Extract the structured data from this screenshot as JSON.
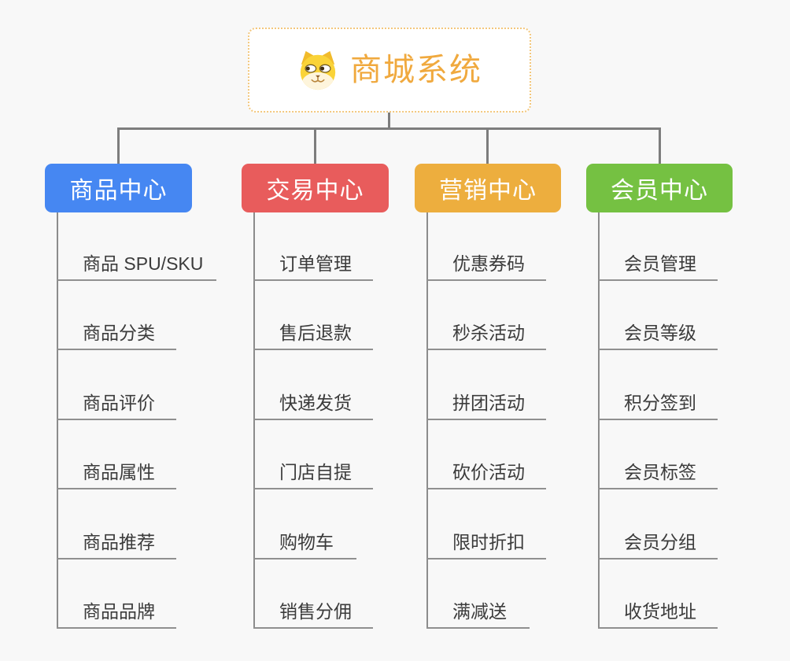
{
  "page": {
    "background": "#F8F8F8"
  },
  "root": {
    "title": "商城系统",
    "icon": "shiba-dog-icon",
    "text_color": "#F0A93E",
    "border_color": "#F3C77C"
  },
  "connector_color": "#7D7D7D",
  "branches": [
    {
      "label": "商品中心",
      "color": "#4687F2",
      "items": [
        "商品 SPU/SKU",
        "商品分类",
        "商品评价",
        "商品属性",
        "商品推荐",
        "商品品牌"
      ]
    },
    {
      "label": "交易中心",
      "color": "#E85C5C",
      "items": [
        "订单管理",
        "售后退款",
        "快递发货",
        "门店自提",
        "购物车",
        "销售分佣"
      ]
    },
    {
      "label": "营销中心",
      "color": "#EDAE3E",
      "items": [
        "优惠券码",
        "秒杀活动",
        "拼团活动",
        "砍价活动",
        "限时折扣",
        "满减送"
      ]
    },
    {
      "label": "会员中心",
      "color": "#75C142",
      "items": [
        "会员管理",
        "会员等级",
        "积分签到",
        "会员标签",
        "会员分组",
        "收货地址"
      ]
    }
  ]
}
